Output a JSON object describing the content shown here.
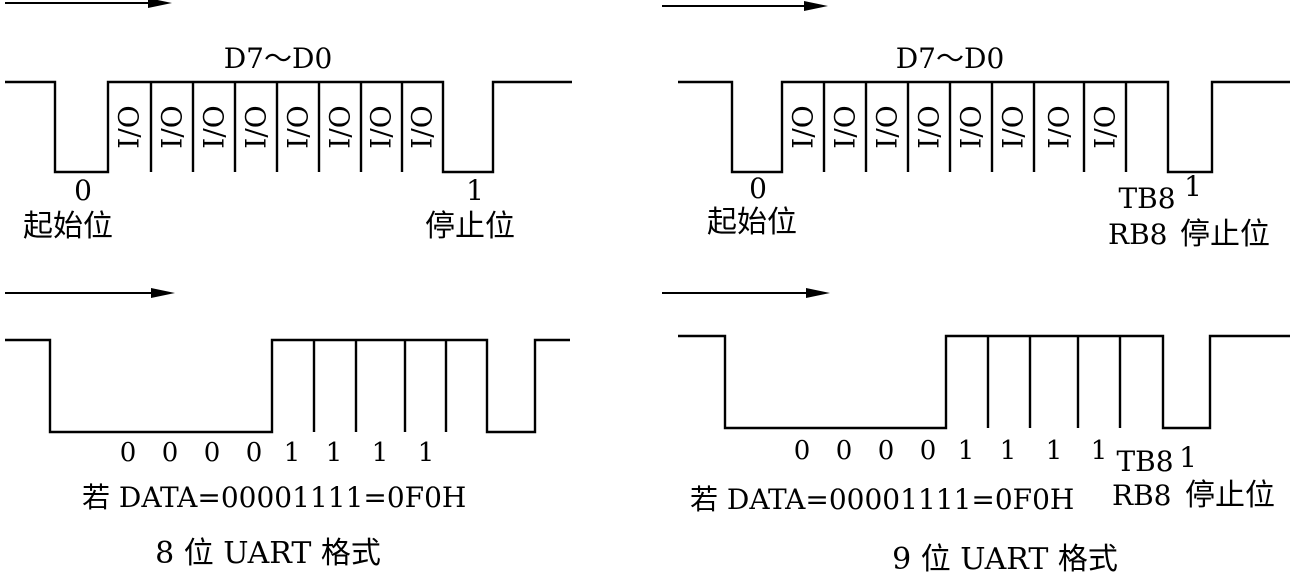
{
  "left": {
    "data_label": "D7～D0",
    "cell_label": "I/O",
    "start_bit_value": "0",
    "start_bit_label": "起始位",
    "stop_bit_value": "1",
    "stop_bit_label": "停止位",
    "example_bits": [
      "0",
      "0",
      "0",
      "0",
      "1",
      "1",
      "1",
      "1"
    ],
    "example_text": "若 DATA=00001111=0F0H",
    "caption": "8 位 UART 格式"
  },
  "right": {
    "data_label": "D7～D0",
    "cell_label": "I/O",
    "start_bit_value": "0",
    "start_bit_label": "起始位",
    "ninth_bit_tx": "TB8",
    "ninth_bit_rx": "RB8",
    "stop_bit_value": "1",
    "stop_bit_label": "停止位",
    "example_bits": [
      "0",
      "0",
      "0",
      "0",
      "1",
      "1",
      "1",
      "1"
    ],
    "example_ninth_tx": "TB8",
    "example_ninth_rx": "RB8",
    "example_stop_value": "1",
    "example_stop_label": "停止位",
    "example_text": "若 DATA=00001111=0F0H",
    "caption": "9 位 UART 格式"
  }
}
